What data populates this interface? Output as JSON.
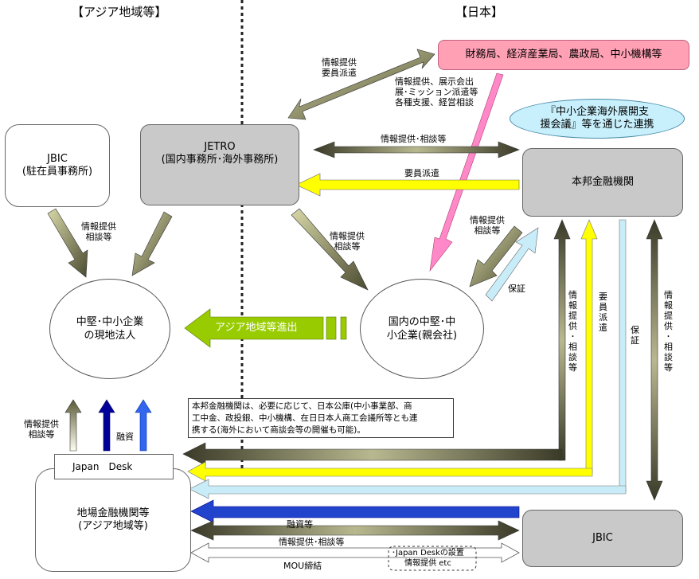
{
  "headers": {
    "asia": "【アジア地域等】",
    "japan": "【日本】"
  },
  "nodes": {
    "jbic_asia_1": "JBIC",
    "jbic_asia_2": "(駐在員事務所)",
    "jetro_1": "JETRO",
    "jetro_2": "(国内事務所･海外事務所)",
    "ministries": "財務局、経済産業局、農政局、中小機構等",
    "council_1": "『中小企業海外展開支",
    "council_2": "援会議』等を通じた連携",
    "domestic_bank": "本邦金融機関",
    "local_sub_1": "中堅･中小企業",
    "local_sub_2": "の現地法人",
    "parent_1": "国内の中堅･中",
    "parent_2": "小企業(親会社)",
    "japan_desk": "Japan　Desk",
    "local_bank_1": "地場金融機関等",
    "local_bank_2": "(アジア地域等)",
    "jbic_japan": "JBIC"
  },
  "labels": {
    "info_dispatch_1": "情報提供",
    "info_dispatch_2": "要員派遣",
    "ministry_support_1": "情報提供、展示会出",
    "ministry_support_2": "展･ミッション派遣等",
    "ministry_support_3": "各種支援、経営相談",
    "info_consult": "情報提供･相談等",
    "staff_dispatch": "要員派遣",
    "jbic_info_1": "情報提供",
    "jbic_info_2": "相談等",
    "jetro_info_1": "情報提供",
    "jetro_info_2": "相談等",
    "bank_info_1": "情報提供",
    "bank_info_2": "相談等",
    "guarantee": "保証",
    "advance": "アジア地域等進出",
    "v_info_consult": [
      "情",
      "報",
      "提",
      "供",
      "･",
      "相",
      "談",
      "等"
    ],
    "v_staff_dispatch": [
      "要",
      "員",
      "派",
      "遣"
    ],
    "v_guarantee": [
      "保",
      "証"
    ],
    "v_info_consult_2": [
      "情",
      "報",
      "提",
      "供",
      "･",
      "相",
      "談",
      "等"
    ],
    "up_info_1": "情報提供",
    "up_info_2": "相談等",
    "loan_short": "融資",
    "note_1": "本邦金融機関は、必要に応じて、日本公庫(中小事業部、商",
    "note_2": "工中金、政投銀、中小機構、在日日本人商工会議所等とも連",
    "note_3": "携する(海外において商談会等の開催も可能)。",
    "loan": "融資等",
    "bottom_info": "情報提供･相談等",
    "mou": "MOU締結",
    "desk_setup_1": "･Japan Deskの設置",
    "desk_setup_2": "情報提供 etc"
  },
  "colors": {
    "olive": "#9a9a68",
    "yellow": "#ffff00",
    "pink": "#ff88c8",
    "light_blue": "#c8ecf8",
    "navy": "#000099",
    "blue": "#2255dd",
    "green": "#99cc00",
    "ministry_fill": "#ffa0b4",
    "council_fill": "#c8f0fc"
  }
}
